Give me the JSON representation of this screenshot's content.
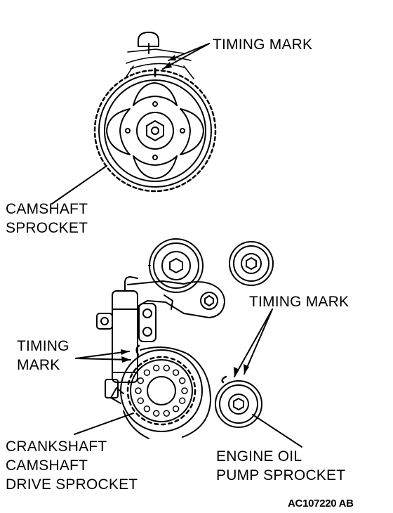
{
  "labels": {
    "cam_timing_mark": "TIMING MARK",
    "camshaft_sprocket": [
      "CAMSHAFT",
      "SPROCKET"
    ],
    "right_timing_mark": "TIMING MARK",
    "left_timing_mark": [
      "TIMING",
      "MARK"
    ],
    "crankshaft_sprocket": [
      "CRANKSHAFT",
      "CAMSHAFT",
      "DRIVE SPROCKET"
    ],
    "oil_pump_sprocket": [
      "ENGINE OIL",
      "PUMP SPROCKET"
    ],
    "figure_code": "AC107220 AB"
  }
}
